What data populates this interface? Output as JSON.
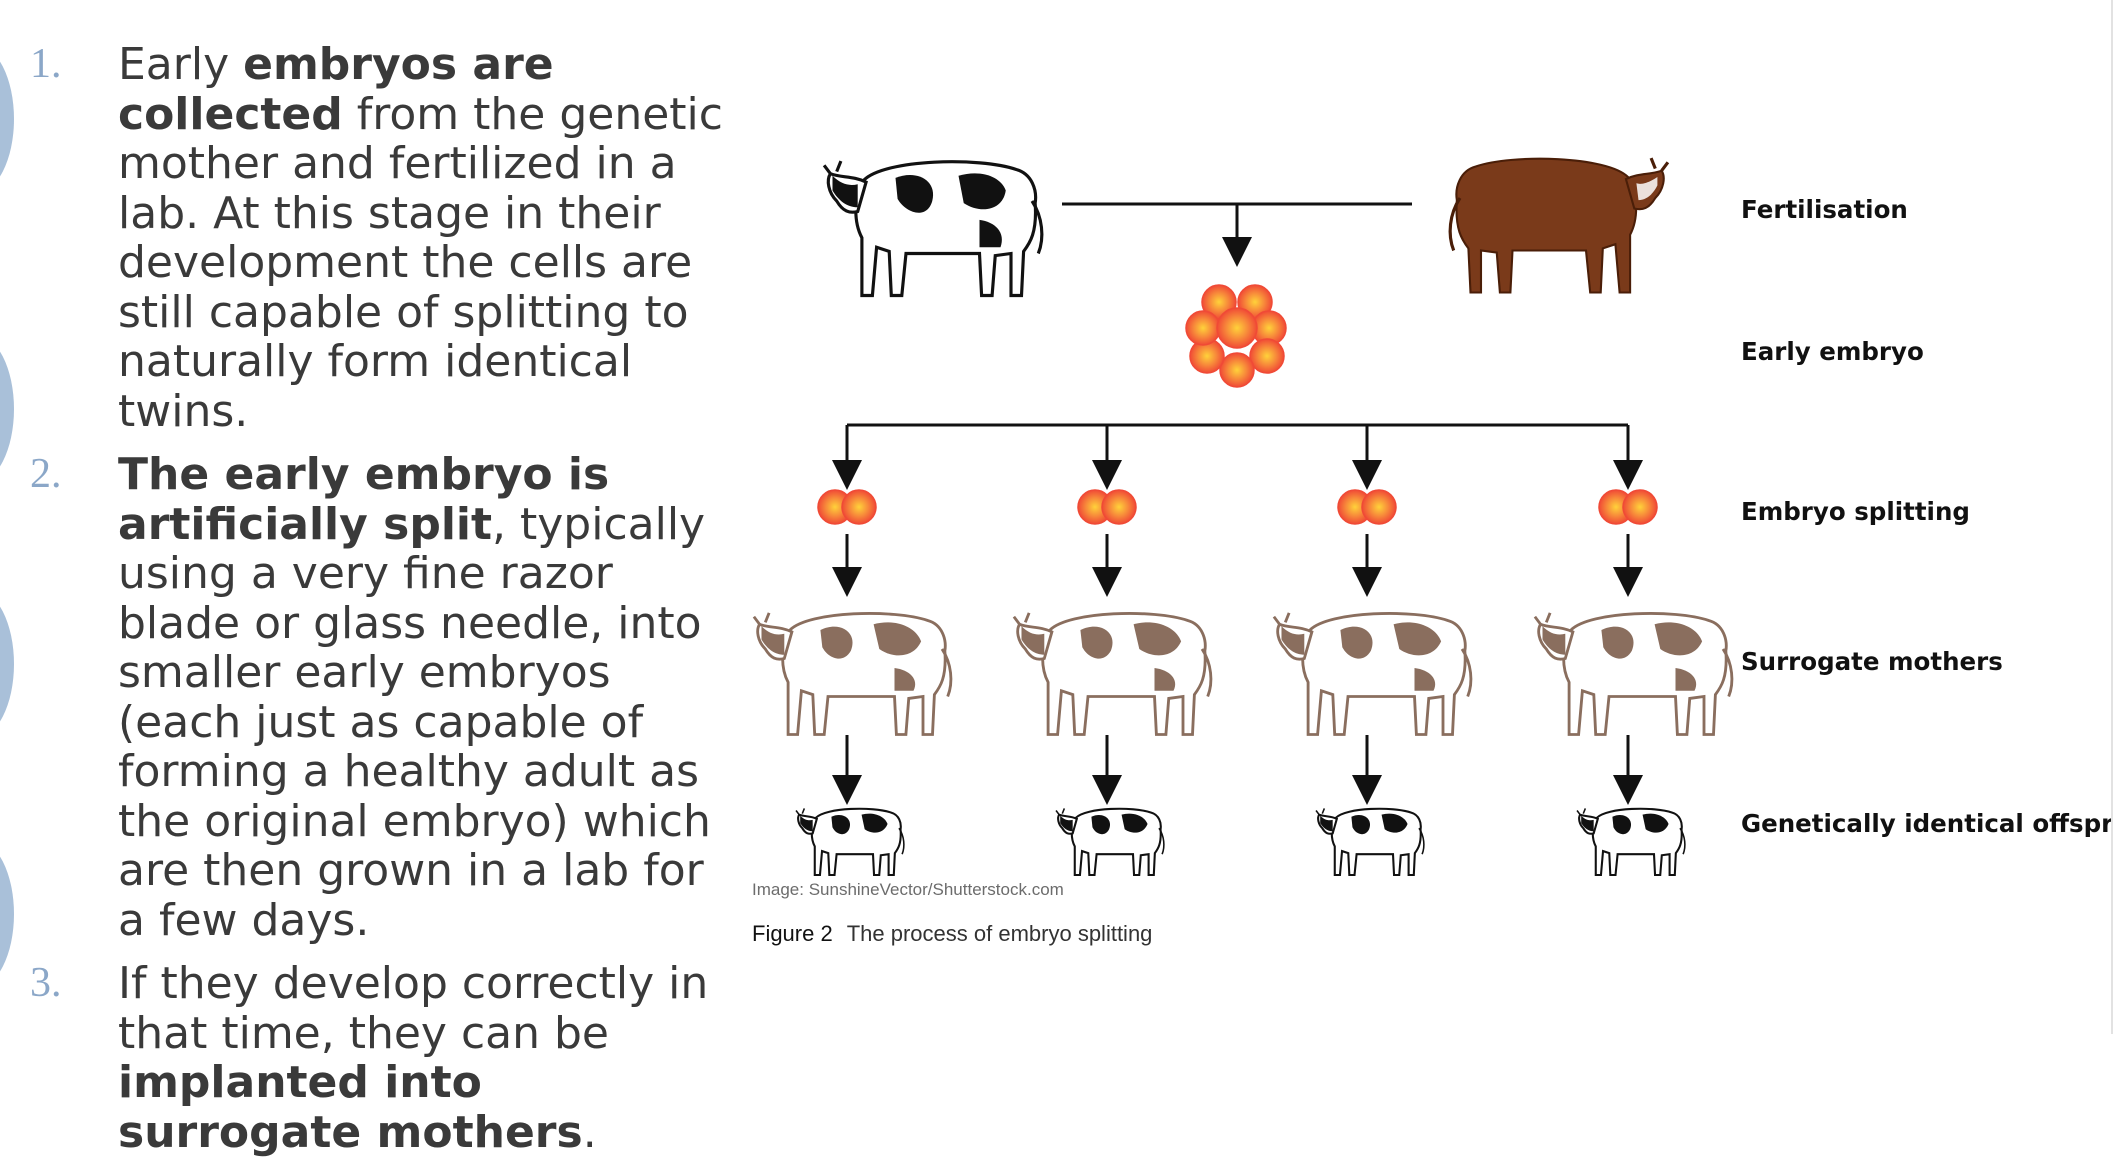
{
  "steps": [
    {
      "number": "1.",
      "parts": [
        {
          "text": "Early ",
          "bold": false
        },
        {
          "text": "embryos are collected",
          "bold": true
        },
        {
          "text": " from the genetic mother and fertilized in a lab. At this stage in their development the cells are still capable of splitting to naturally form identical twins.",
          "bold": false
        }
      ]
    },
    {
      "number": "2.",
      "parts": [
        {
          "text": "The early embryo is artificially split",
          "bold": true
        },
        {
          "text": ", typically using a very fine razor blade or glass needle, into smaller early embryos (each just as capable of forming a healthy adult as the original embryo) which are then grown in a lab for a few days.",
          "bold": false
        }
      ]
    },
    {
      "number": "3.",
      "parts": [
        {
          "text": "If they develop correctly in that time, they can be ",
          "bold": false
        },
        {
          "text": "implanted into surrogate mothers",
          "bold": true
        },
        {
          "text": ".",
          "bold": false
        }
      ]
    }
  ],
  "diagram": {
    "stage_labels": {
      "fertilisation": "Fertilisation",
      "early_embryo": "Early embryo",
      "embryo_splitting": "Embryo splitting",
      "surrogate_mothers": "Surrogate mothers",
      "offspring": "Genetically identical offspring"
    },
    "split_count": 4,
    "credit": "Image: SunshineVector/Shutterstock.com",
    "figure_number": "Figure 2",
    "figure_caption": "The process of embryo splitting"
  },
  "colors": {
    "step_number": "#8ba7c8",
    "side_circles": "#a9c0d9",
    "brown_cow": "#7a3a1a",
    "surrogate_spots": "#8a6e5e",
    "embryo_outer": "#f25a3a",
    "embryo_inner": "#ffd23a"
  }
}
